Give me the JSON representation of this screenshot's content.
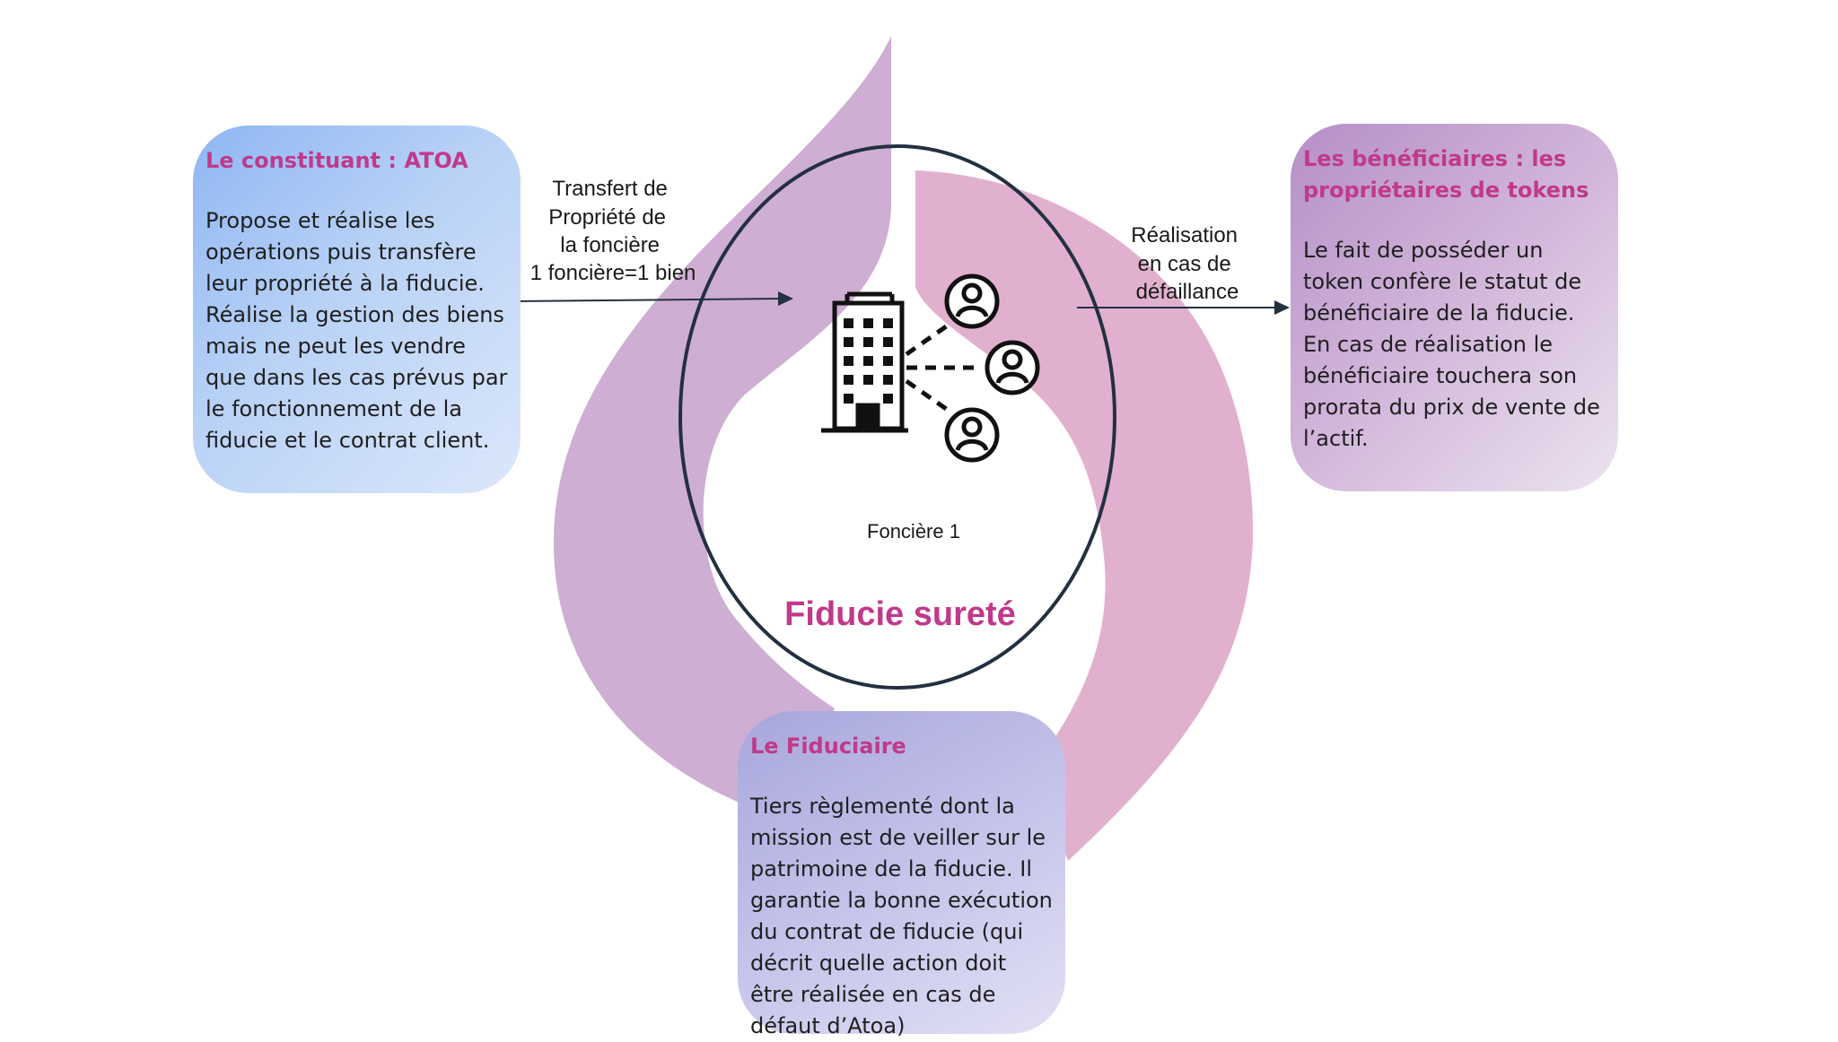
{
  "constituant": {
    "title": "Le constituant : ATOA",
    "body": "Propose et réalise les opérations puis transfère leur propriété à la fiducie. Réalise la gestion des biens mais ne peut les vendre que dans les cas prévus par le fonctionnement de la fiducie et le contrat client."
  },
  "beneficiaires": {
    "title": "Les bénéficiaires : les propriétaires de tokens",
    "body": "Le fait de posséder un token confère le statut de bénéficiaire de la fiducie. En cas de réalisation le bénéficiaire touchera son prorata du prix de vente de l’actif."
  },
  "fiduciaire": {
    "title": "Le Fiduciaire",
    "body": "Tiers règlementé dont la mission est de veiller sur le patrimoine de la fiducie. Il garantie la bonne exécution du contrat de fiducie (qui décrit quelle action doit être réalisée en cas de défaut d’Atoa)"
  },
  "transfer_label": [
    "Transfert de",
    "Propriété de",
    "la foncière",
    "1 foncière=1 bien"
  ],
  "realisation_label": [
    "Réalisation",
    "en cas de",
    "défaillance"
  ],
  "fonciere_label": "Foncière 1",
  "center_title": "Fiducie sureté",
  "icons": [
    "building-icon",
    "user-icon"
  ],
  "colors": {
    "accent_text": "#c0398a",
    "left_drop": "#cfaed3",
    "right_drop": "#e2b0cf",
    "ellipse_stroke": "#233040"
  }
}
